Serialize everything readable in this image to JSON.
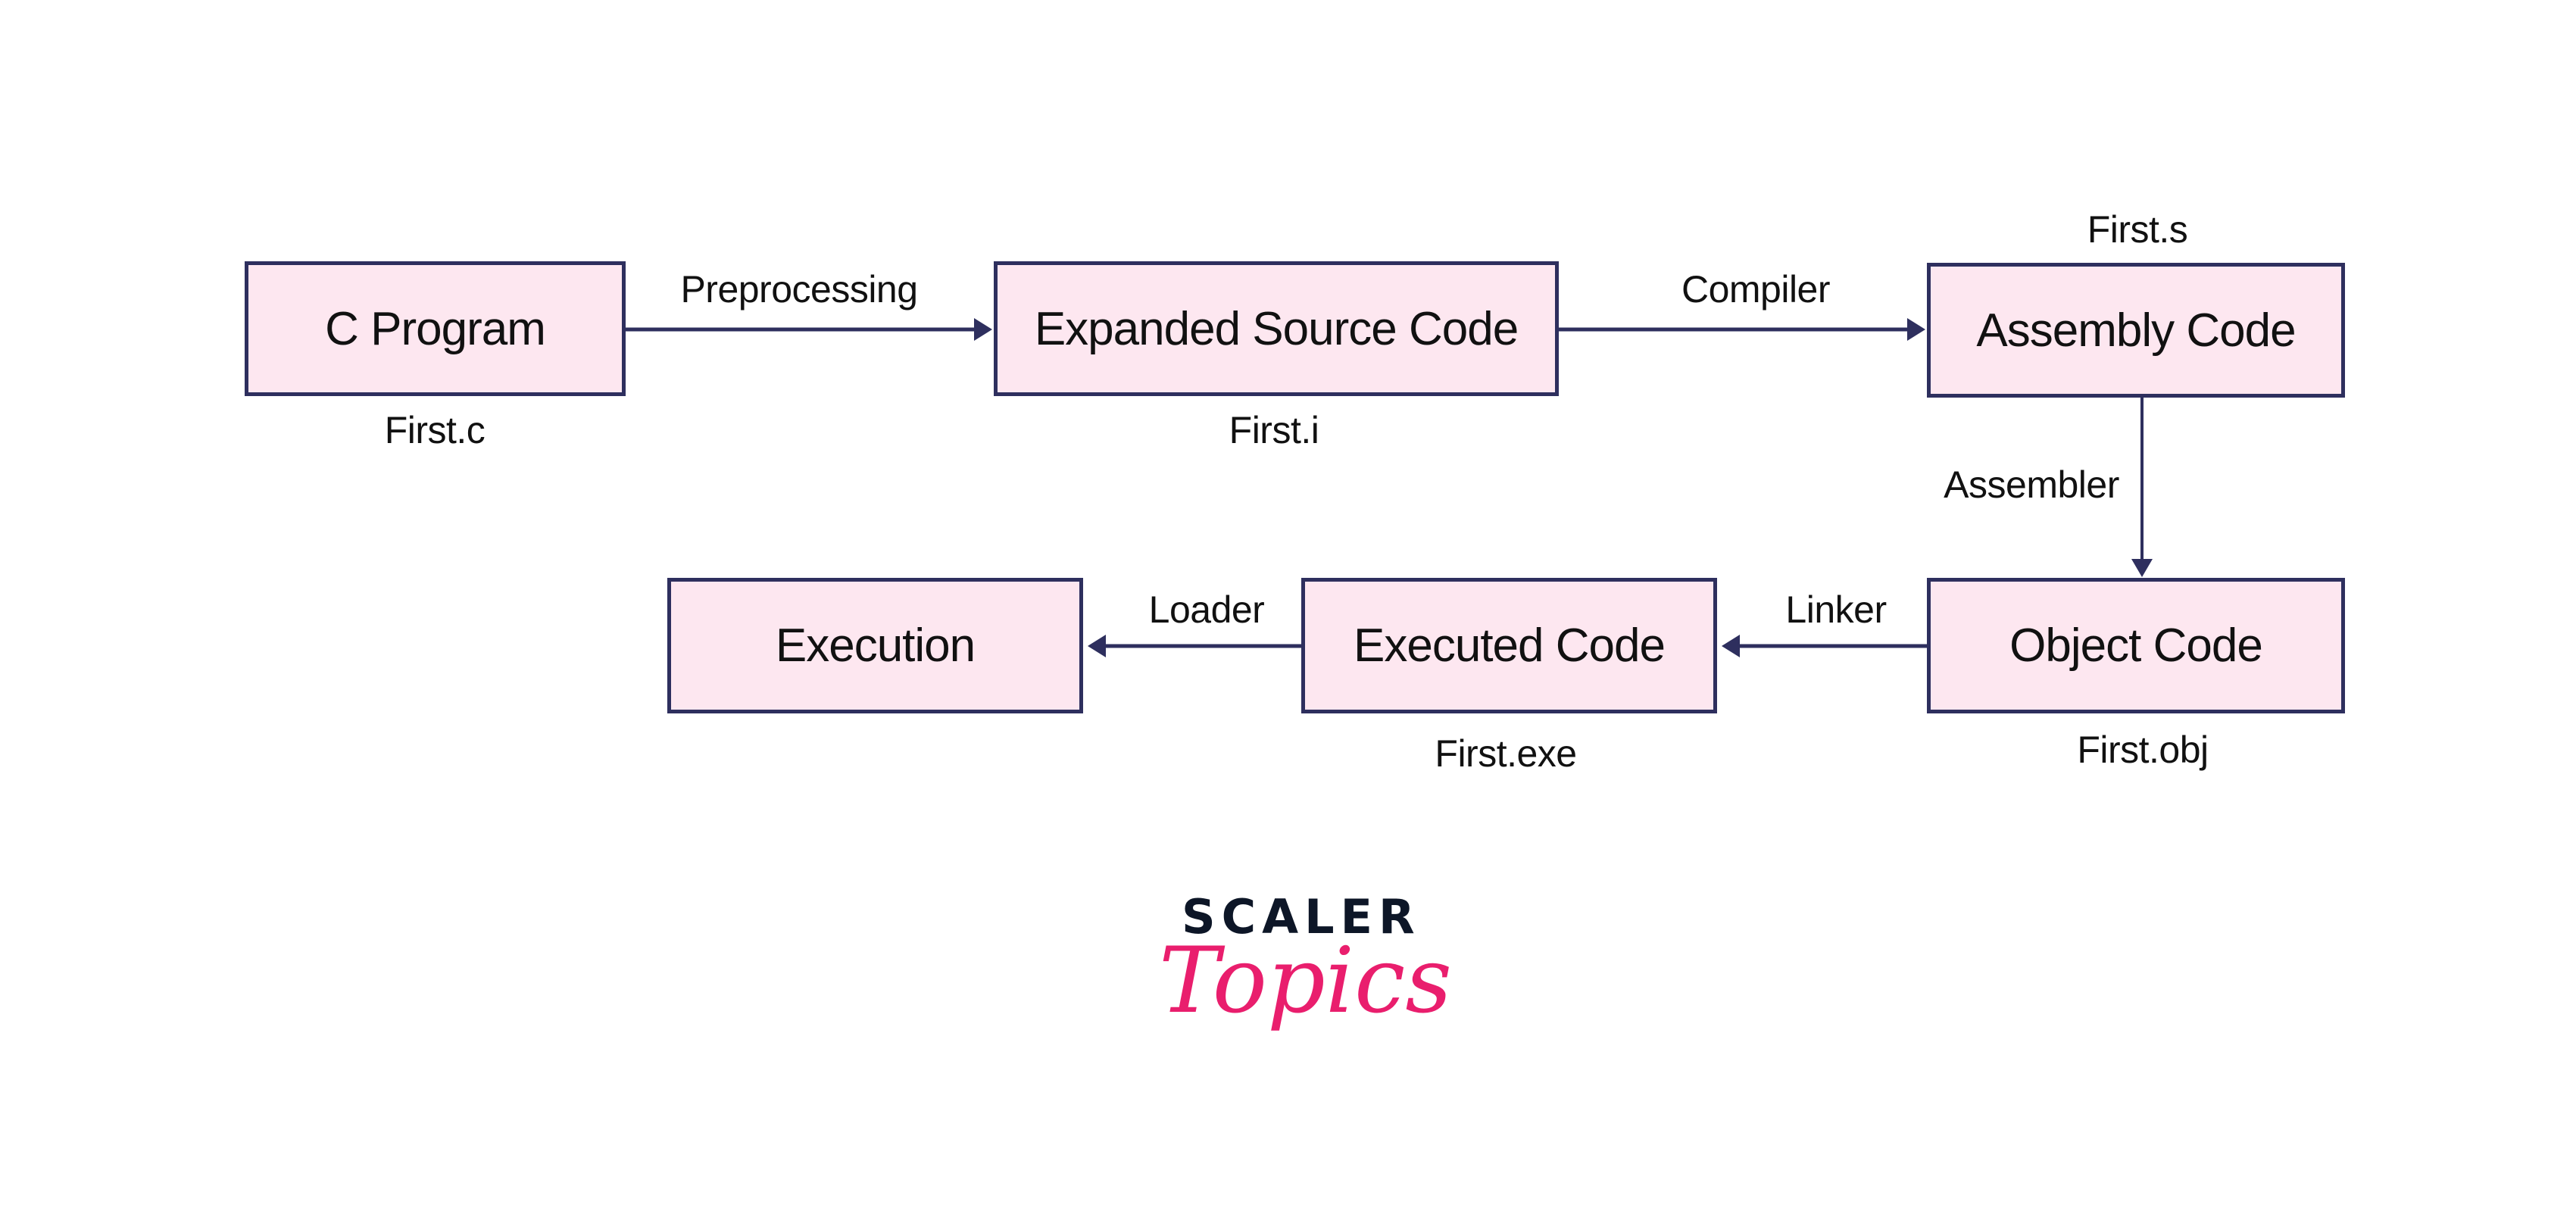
{
  "diagram": {
    "nodes": [
      {
        "id": "c-program",
        "label": "C Program",
        "file": "First.c"
      },
      {
        "id": "expanded-source",
        "label": "Expanded Source Code",
        "file": "First.i"
      },
      {
        "id": "assembly",
        "label": "Assembly Code",
        "file": "First.s"
      },
      {
        "id": "object",
        "label": "Object Code",
        "file": "First.obj"
      },
      {
        "id": "executed",
        "label": "Executed Code",
        "file": "First.exe"
      },
      {
        "id": "execution",
        "label": "Execution",
        "file": ""
      }
    ],
    "edges": [
      {
        "from": "c-program",
        "to": "expanded-source",
        "label": "Preprocessing"
      },
      {
        "from": "expanded-source",
        "to": "assembly",
        "label": "Compiler"
      },
      {
        "from": "assembly",
        "to": "object",
        "label": "Assembler"
      },
      {
        "from": "object",
        "to": "executed",
        "label": "Linker"
      },
      {
        "from": "executed",
        "to": "execution",
        "label": "Loader"
      }
    ],
    "colors": {
      "box_fill": "#fde7f0",
      "box_border": "#2e2f5e",
      "arrow": "#2e2f5e"
    }
  },
  "logo": {
    "line1": "SCALER",
    "line2": "Topics",
    "colors": {
      "line1": "#0d1627",
      "line2": "#e91e6d"
    }
  }
}
